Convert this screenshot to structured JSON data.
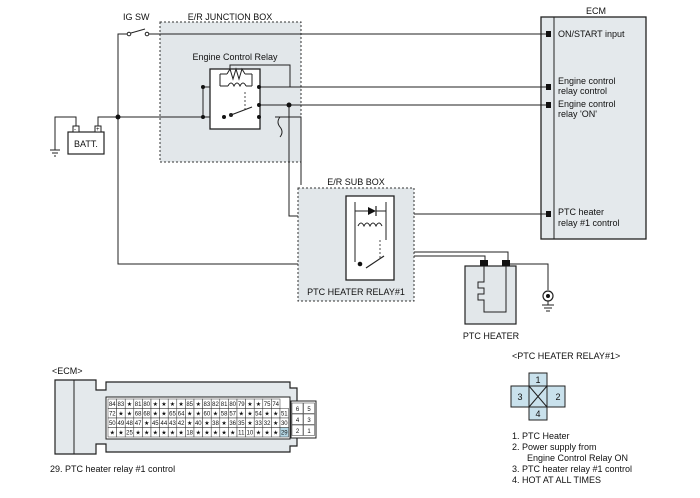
{
  "labels": {
    "ig_sw": "IG SW",
    "er_junction_box": "E/R JUNCTION BOX",
    "engine_control_relay": "Engine Control Relay",
    "batt": "BATT.",
    "ecm_title": "ECM",
    "ecm_on_start": "ON/START input",
    "ecm_relay_control": [
      "Engine control",
      "relay control"
    ],
    "ecm_relay_on": [
      "Engine control",
      "relay 'ON'"
    ],
    "ecm_ptc_control": [
      "PTC heater",
      "relay #1 control"
    ],
    "er_sub_box": "E/R SUB BOX",
    "ptc_heater_relay": "PTC HEATER RELAY#1",
    "ptc_heater": "PTC HEATER"
  },
  "ecm_connector": {
    "title": "<ECM>",
    "caption": "29. PTC heater relay #1 control",
    "row1": [
      "84",
      "83",
      "★",
      "81",
      "80",
      "★",
      "★",
      "★",
      "★",
      "85",
      "★",
      "83",
      "82",
      "81",
      "80",
      "79",
      "★",
      "★",
      "75",
      "74"
    ],
    "row2": [
      "72",
      "★",
      "★",
      "68",
      "68",
      "★",
      "★",
      "65",
      "64",
      "★",
      "★",
      "60",
      "★",
      "58",
      "57",
      "★",
      "★",
      "54",
      "★",
      "★",
      "51"
    ],
    "row3": [
      "50",
      "49",
      "48",
      "47",
      "★",
      "45",
      "44",
      "43",
      "42",
      "★",
      "40",
      "★",
      "38",
      "★",
      "36",
      "35",
      "★",
      "33",
      "32",
      "★",
      "30"
    ],
    "row4": [
      "★",
      "★",
      "25",
      "★",
      "★",
      "★",
      "★",
      "★",
      "★",
      "18",
      "★",
      "★",
      "★",
      "★",
      "★",
      "11",
      "10",
      "★",
      "★",
      "★",
      "29"
    ],
    "side_pins": [
      "6",
      "5",
      "4",
      "3",
      "2",
      "1"
    ]
  },
  "ptc_relay_connector": {
    "title": "<PTC HEATER RELAY#1>",
    "pins": [
      "1",
      "2",
      "3",
      "4"
    ],
    "legend": [
      "1. PTC Heater",
      "2. Power supply from",
      "Engine Control Relay ON",
      "3. PTC heater relay #1 control",
      "4. HOT AT ALL TIMES"
    ]
  },
  "colors": {
    "box_fill": "#e2e7ea",
    "ecm_fill": "#e4e9ec",
    "pin_highlight": "#b5d8e6",
    "relay_pin_fill": "#c9e1ec",
    "wire": "#222222"
  }
}
